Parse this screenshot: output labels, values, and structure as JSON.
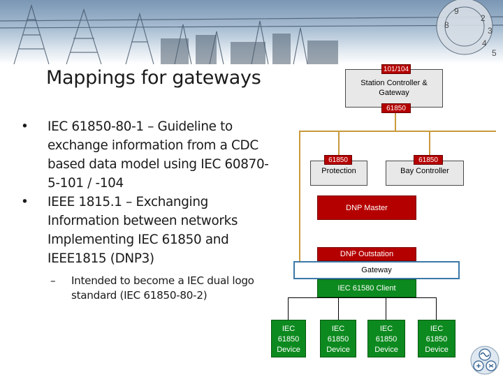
{
  "slide": {
    "title": "Mappings for gateways"
  },
  "bullets": [
    {
      "text": "IEC 61850-80-1 – Guideline to exchange information from a CDC based data model using IEC 60870-5-101 / -104"
    },
    {
      "text": "IEEE 1815.1 – Exchanging Information between networks Implementing IEC 61850 and IEEE1815 (DNP3)"
    }
  ],
  "sub_bullets": [
    {
      "text": "Intended to become a IEC dual logo standard (IEC 61850-80-2)"
    }
  ],
  "diagram": {
    "station_controller": {
      "top_tag": "101/104",
      "label": "Station Controller & Gateway",
      "bottom_tag": "61850"
    },
    "protection": {
      "tag": "61850",
      "label": "Protection"
    },
    "bay_controller": {
      "tag": "61850",
      "label": "Bay Controller"
    },
    "dnp_master": {
      "label": "DNP Master"
    },
    "dnp_outstation": {
      "label": "DNP Outstation"
    },
    "gateway": {
      "label": "Gateway"
    },
    "client": {
      "label": "IEC 61580 Client"
    },
    "devices": [
      {
        "line1": "IEC",
        "line2": "61850",
        "line3": "Device"
      },
      {
        "line1": "IEC",
        "line2": "61850",
        "line3": "Device"
      },
      {
        "line1": "IEC",
        "line2": "61850",
        "line3": "Device"
      },
      {
        "line1": "IEC",
        "line2": "61850",
        "line3": "Device"
      }
    ]
  },
  "colors": {
    "red": "#b50000",
    "green": "#0d8a1f",
    "gateway_border": "#3b78a8",
    "bus_line": "#c99a3c"
  }
}
